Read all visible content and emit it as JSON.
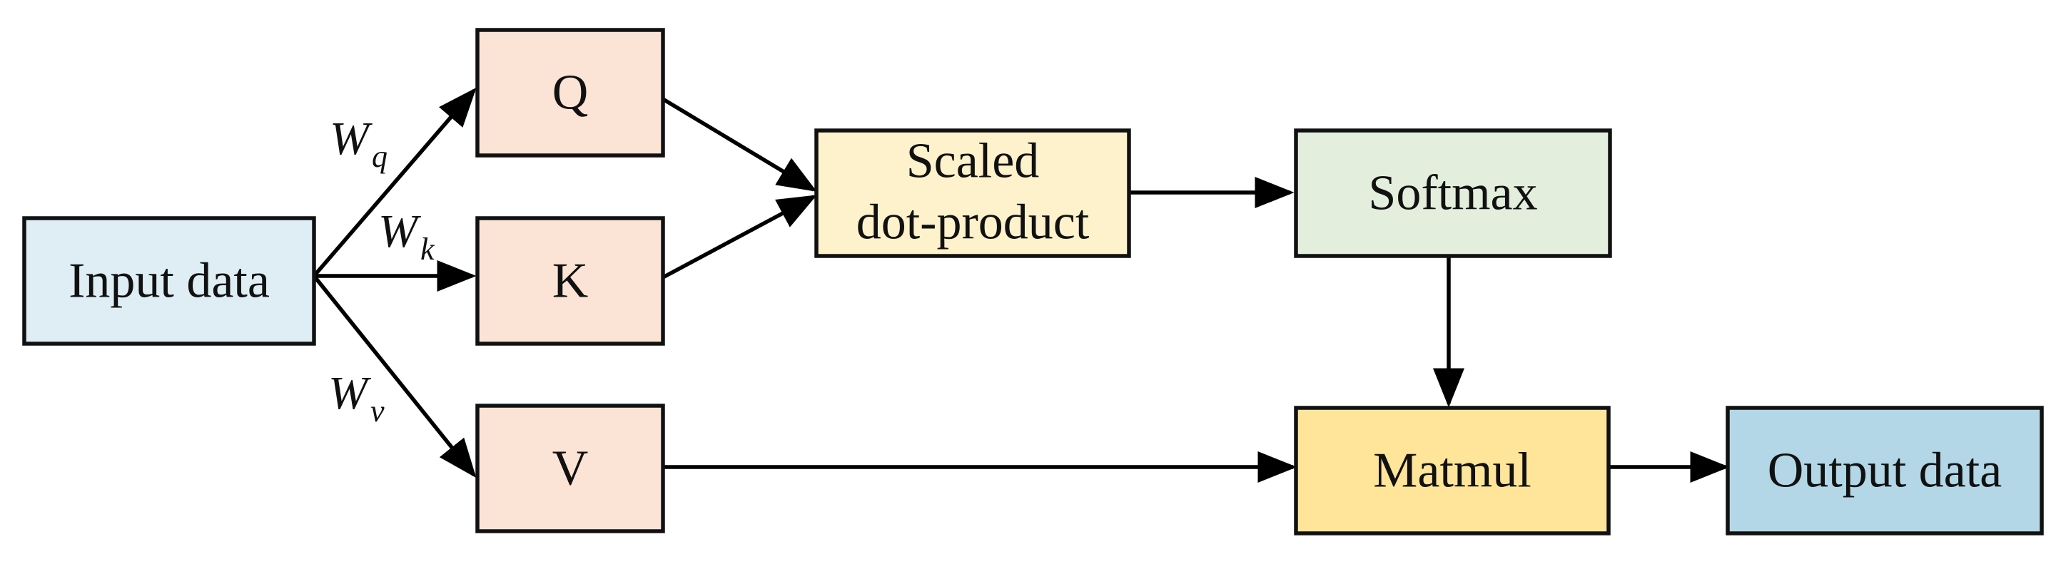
{
  "nodes": {
    "input": {
      "label": "Input data",
      "color": "#deeef4"
    },
    "q": {
      "label": "Q",
      "color": "#fbe4d6"
    },
    "k": {
      "label": "K",
      "color": "#fbe4d6"
    },
    "v": {
      "label": "V",
      "color": "#fbe4d6"
    },
    "scaled": {
      "line1": "Scaled",
      "line2": "dot-product",
      "color": "#fef2cc"
    },
    "softmax": {
      "label": "Softmax",
      "color": "#e3efdc"
    },
    "matmul": {
      "label": "Matmul",
      "color": "#ffe59a"
    },
    "output": {
      "label": "Output data",
      "color": "#b3d7e6"
    }
  },
  "weights": {
    "wq": {
      "main": "W",
      "sub": "q"
    },
    "wk": {
      "main": "W",
      "sub": "k"
    },
    "wv": {
      "main": "W",
      "sub": "v"
    }
  }
}
